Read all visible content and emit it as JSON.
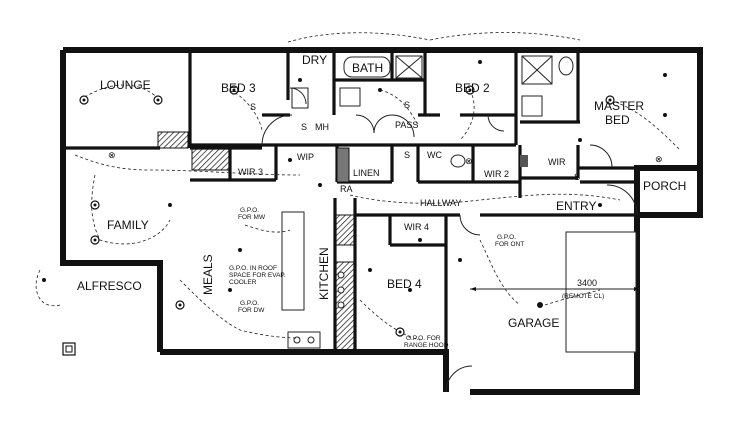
{
  "rooms": {
    "lounge": "LOUNGE",
    "bed3": "BED 3",
    "dry": "DRY",
    "bath": "BATH",
    "bed2": "BED 2",
    "master_bed_line1": "MASTER",
    "master_bed_line2": "BED",
    "mh": "MH",
    "pass": "PASS",
    "wir3": "WIR 3",
    "wip": "WIP",
    "linen": "LINEN",
    "wc": "WC",
    "wir2": "WIR 2",
    "wir": "WIR",
    "porch": "PORCH",
    "family": "FAMILY",
    "ra": "RA",
    "hallway": "HALLWAY",
    "entry": "ENTRY",
    "wir4": "WIR 4",
    "meals": "MEALS",
    "kitchen": "KITCHEN",
    "bed4": "BED 4",
    "alfresco": "ALFRESCO",
    "garage": "GARAGE"
  },
  "notes": {
    "gpo_mw_1": "G.P.O.",
    "gpo_mw_2": "FOR MW",
    "gpo_roof_1": "G.P.O. IN ROOF",
    "gpo_roof_2": "SPACE FOR EVAP.",
    "gpo_roof_3": "COOLER",
    "gpo_dw_1": "G.P.O.",
    "gpo_dw_2": "FOR DW",
    "gpo_ont_1": "G.P.O.",
    "gpo_ont_2": "FOR ONT",
    "gpo_range_1": "G.P.O. FOR",
    "gpo_range_2": "RANGE HOOD",
    "garage_dim": "3400",
    "garage_remote": "(REMOTE CL)"
  },
  "symbols": {
    "switch": "S",
    "smoke_detector": "⊗"
  }
}
